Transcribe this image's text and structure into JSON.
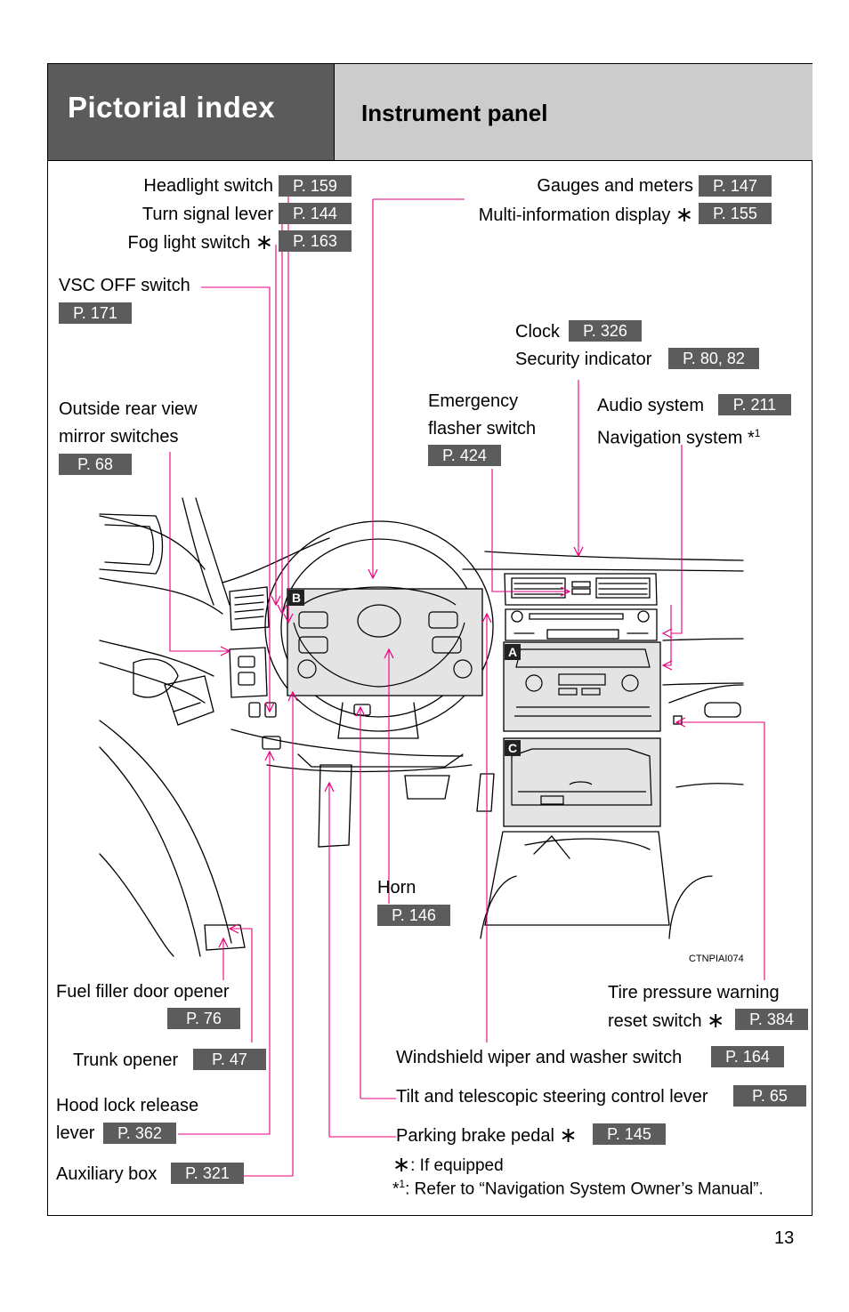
{
  "header": {
    "title": "Pictorial index",
    "section": "Instrument panel"
  },
  "asterisk": "∗",
  "callouts": {
    "headlight": {
      "label": "Headlight switch",
      "page": "P. 159"
    },
    "turn_signal": {
      "label": "Turn signal lever",
      "page": "P. 144"
    },
    "fog_light": {
      "label": "Fog light switch",
      "page": "P. 163"
    },
    "vsc_off": {
      "label": "VSC OFF switch",
      "page": "P. 171"
    },
    "mirror": {
      "label_line1": "Outside rear view",
      "label_line2": "mirror switches",
      "page": "P. 68"
    },
    "gauges": {
      "label": "Gauges and meters",
      "page": "P. 147"
    },
    "multi_info": {
      "label": "Multi-information display",
      "page": "P. 155"
    },
    "clock": {
      "label": "Clock",
      "page": "P. 326"
    },
    "security": {
      "label": "Security indicator",
      "page": "P. 80, 82"
    },
    "emergency": {
      "label_line1": "Emergency",
      "label_line2": "flasher switch",
      "page": "P. 424"
    },
    "audio": {
      "label": "Audio system",
      "page": "P. 211"
    },
    "navigation": {
      "label": "Navigation system *",
      "sup": "1"
    },
    "horn": {
      "label": "Horn",
      "page": "P. 146"
    },
    "fuel_door": {
      "label": "Fuel filler door opener",
      "page": "P. 76"
    },
    "trunk": {
      "label": "Trunk opener",
      "page": "P. 47"
    },
    "hood": {
      "label_line1": "Hood lock release",
      "label_line2": "lever",
      "page": "P. 362"
    },
    "aux_box": {
      "label": "Auxiliary box",
      "page": "P. 321"
    },
    "tire_pressure": {
      "label_line1": "Tire pressure warning",
      "label_line2": "reset switch",
      "page": "P. 384"
    },
    "wiper": {
      "label": "Windshield wiper and washer switch",
      "page": "P. 164"
    },
    "tilt": {
      "label": "Tilt and telescopic steering control lever",
      "page": "P. 65"
    },
    "parking_brake": {
      "label": "Parking brake pedal",
      "page": "P. 145"
    }
  },
  "box_tags": {
    "a": "A",
    "b": "B",
    "c": "C"
  },
  "image_code": "CTNPIAI074",
  "notes": {
    "if_equipped": ": If equipped",
    "nav_star": "*",
    "nav_sup": "1",
    "nav_manual": ": Refer to “Navigation System Owner’s Manual”."
  },
  "page_number": "13",
  "colors": {
    "leader": "#e6007e",
    "badge": "#5c5c5c",
    "title_bg": "#5b5b5b",
    "section_bg": "#cccccc"
  }
}
